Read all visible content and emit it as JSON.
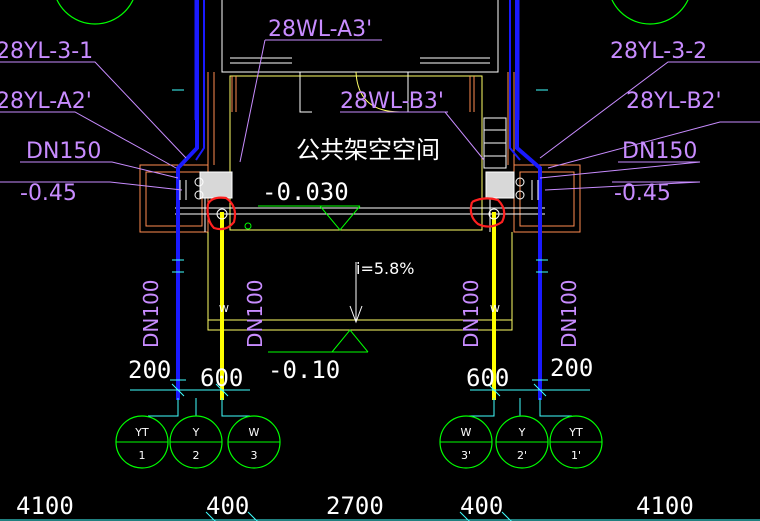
{
  "colors": {
    "background": "#000000",
    "label_magenta": "#c88cff",
    "pipe_blue": "#1a1aff",
    "pipe_yellow": "#ffff00",
    "wall_white": "#ffffff",
    "wall_orange": "#ff8c50",
    "circle_green": "#00ff00",
    "highlight_red": "#ff2020",
    "line_cyan": "#40ffff"
  },
  "labels": {
    "left_pipe_1": "28YL-3-1",
    "left_pipe_2": "28YL-A2'",
    "left_dn": "DN150",
    "left_elev": "-0.45",
    "right_pipe_1": "28YL-3-2",
    "right_pipe_2": "28YL-B2'",
    "right_dn": "DN150",
    "right_elev": "-0.45",
    "top_pipe_a": "28WL-A3'",
    "top_pipe_b": "28WL-B3'",
    "room_name": "公共架空空间",
    "floor_elev": "-0.030",
    "slope": "i=5.8%",
    "low_elev": "-0.10",
    "pipe_dn_1": "DN100",
    "pipe_dn_2": "DN100",
    "pipe_dn_3": "DN100",
    "pipe_dn_4": "DN100",
    "dim_left_200": "200",
    "dim_left_600": "600",
    "dim_right_600": "600",
    "dim_right_200": "200",
    "bottom_dims": [
      "4100",
      "400",
      "2700",
      "400",
      "4100"
    ],
    "wall_mark": "W"
  },
  "callouts": [
    {
      "top": "YT",
      "bottom": "1"
    },
    {
      "top": "Y",
      "bottom": "2"
    },
    {
      "top": "W",
      "bottom": "3"
    },
    {
      "top": "W",
      "bottom": "3'"
    },
    {
      "top": "Y",
      "bottom": "2'"
    },
    {
      "top": "YT",
      "bottom": "1'"
    }
  ]
}
